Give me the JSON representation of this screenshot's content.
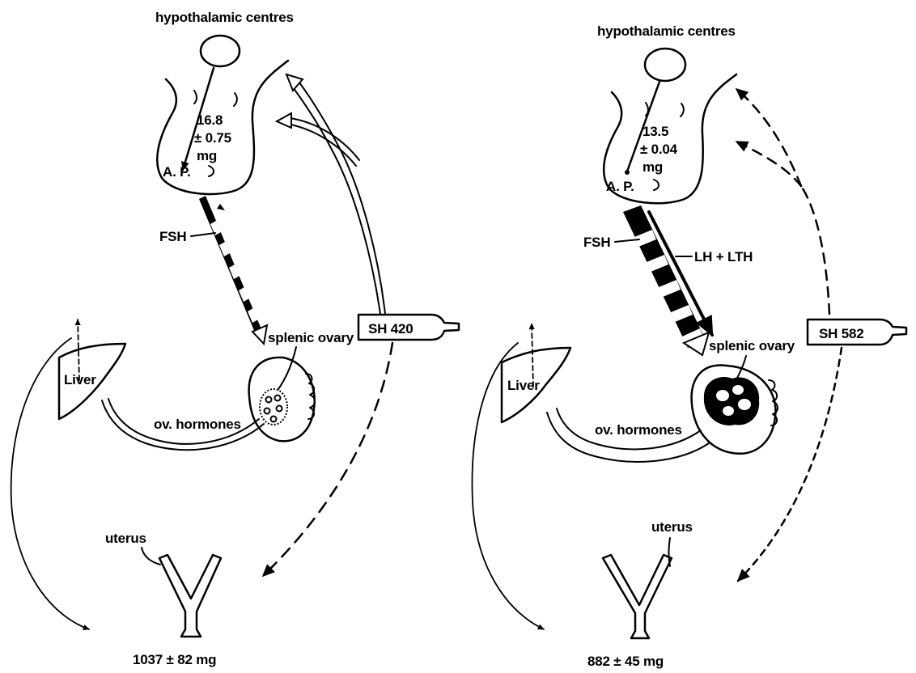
{
  "left_panel": {
    "centre_label": "hypothalamic centres",
    "ap_value": "16.8",
    "ap_sd": "± 0.75",
    "ap_unit": "mg",
    "ap_label": "A. P.",
    "fsh_label": "FSH",
    "drug_label": "SH 420",
    "ovary_label": "splenic ovary",
    "liver_label": "Liver",
    "hormones_label": "ov. hormones",
    "uterus_label": "uterus",
    "uterus_weight": "1037 ± 82 mg"
  },
  "right_panel": {
    "centre_label": "hypothalamic centres",
    "ap_value": "13.5",
    "ap_sd": "± 0.04",
    "ap_unit": "mg",
    "ap_label": "A. P.",
    "fsh_label": "FSH",
    "lh_label": "LH + LTH",
    "drug_label": "SH 582",
    "ovary_label": "splenic ovary",
    "liver_label": "Liver",
    "hormones_label": "ov. hormones",
    "uterus_label": "uterus",
    "uterus_weight": "882 ± 45 mg"
  },
  "colors": {
    "ink": "#000000",
    "paper": "#ffffff"
  }
}
